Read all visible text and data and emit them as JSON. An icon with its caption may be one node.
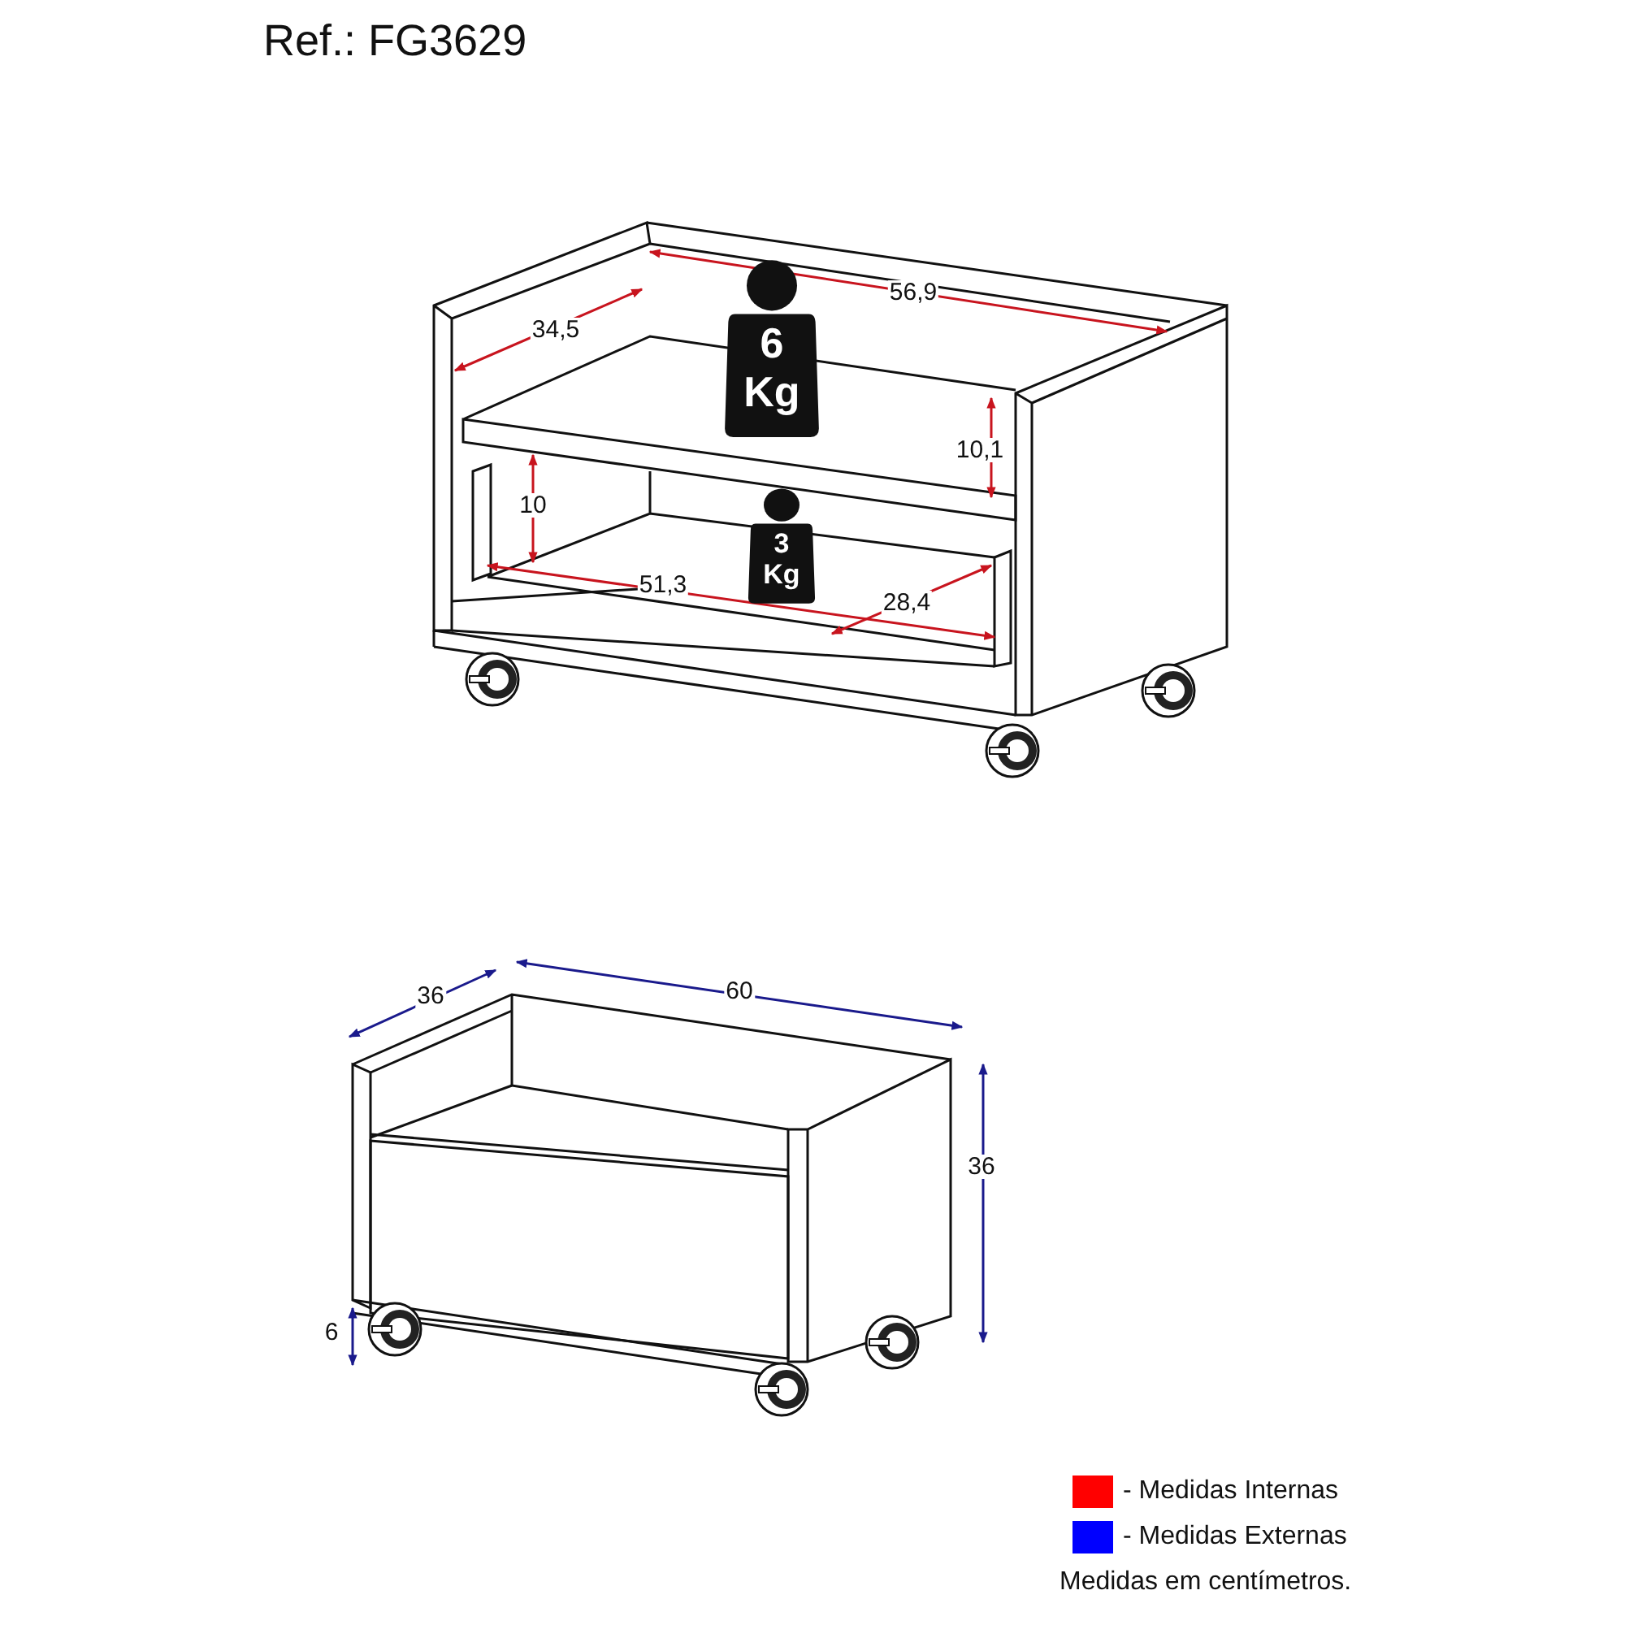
{
  "diagram": {
    "title": "Ref.: FG3629",
    "nodes": [
      {
        "text": [
          "6 Kg"
        ]
      },
      {
        "text": [
          "3 Kg"
        ]
      }
    ],
    "labels": [
      "56,9",
      "34,5",
      "10,1",
      "10",
      "51,3",
      "28,4",
      "36",
      "60",
      "36",
      "6",
      "Medidas em centímetros."
    ],
    "legend": [
      {
        "text": "- Medidas Internas",
        "color": "#ff0000"
      },
      {
        "text": "- Medidas Externas",
        "color": "#0000ff"
      }
    ]
  }
}
